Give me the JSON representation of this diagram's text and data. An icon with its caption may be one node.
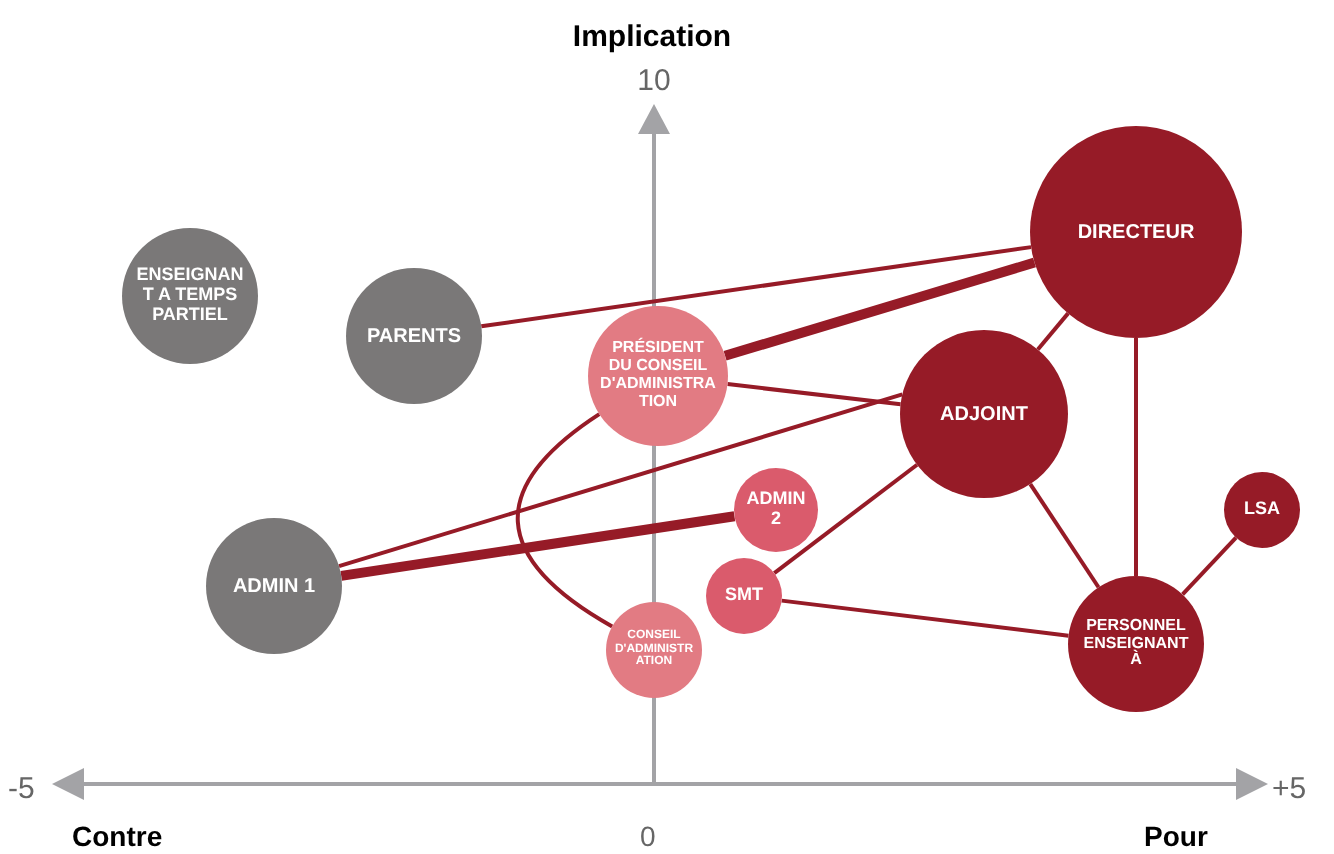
{
  "diagram": {
    "nodes": [
      {
        "text": [
          "ENSEIGNANT A TEMPS PARTIEL"
        ]
      },
      {
        "text": [
          "PARENTS"
        ]
      },
      {
        "text": [
          "PRÉSIDENT DU CONSEIL D'ADMINISTRATION"
        ]
      },
      {
        "text": [
          "DIRECTEUR"
        ]
      },
      {
        "text": [
          "ADJOINT"
        ]
      },
      {
        "text": [
          "ADMIN 2"
        ]
      },
      {
        "text": [
          "ADMIN 1"
        ]
      },
      {
        "text": [
          "SMT"
        ]
      },
      {
        "text": [
          "CONSEIL D'ADMINISTRATION"
        ]
      },
      {
        "text": [
          "PERSONNEL ENSEIGNANT À"
        ]
      },
      {
        "text": [
          "LSA"
        ]
      }
    ],
    "edges": [
      {
        "from": 1,
        "to": 3,
        "arrow": "none"
      },
      {
        "from": 2,
        "to": 3,
        "arrow": "none",
        "style": "thick"
      },
      {
        "from": 2,
        "to": 4,
        "arrow": "none"
      },
      {
        "from": 6,
        "to": 4,
        "arrow": "none"
      },
      {
        "from": 6,
        "to": 5,
        "arrow": "none",
        "style": "thick"
      },
      {
        "from": 3,
        "to": 4,
        "arrow": "none"
      },
      {
        "from": 3,
        "to": 9,
        "arrow": "none"
      },
      {
        "from": 4,
        "to": 7,
        "arrow": "none"
      },
      {
        "from": 4,
        "to": 9,
        "arrow": "none"
      },
      {
        "from": 7,
        "to": 9,
        "arrow": "none"
      },
      {
        "from": 10,
        "to": 9,
        "arrow": "none"
      },
      {
        "from": 2,
        "to": 8,
        "arrow": "none"
      }
    ],
    "labels": [
      "Implication",
      "10",
      "-5",
      "+5",
      "Contre",
      "0",
      "Pour"
    ]
  }
}
